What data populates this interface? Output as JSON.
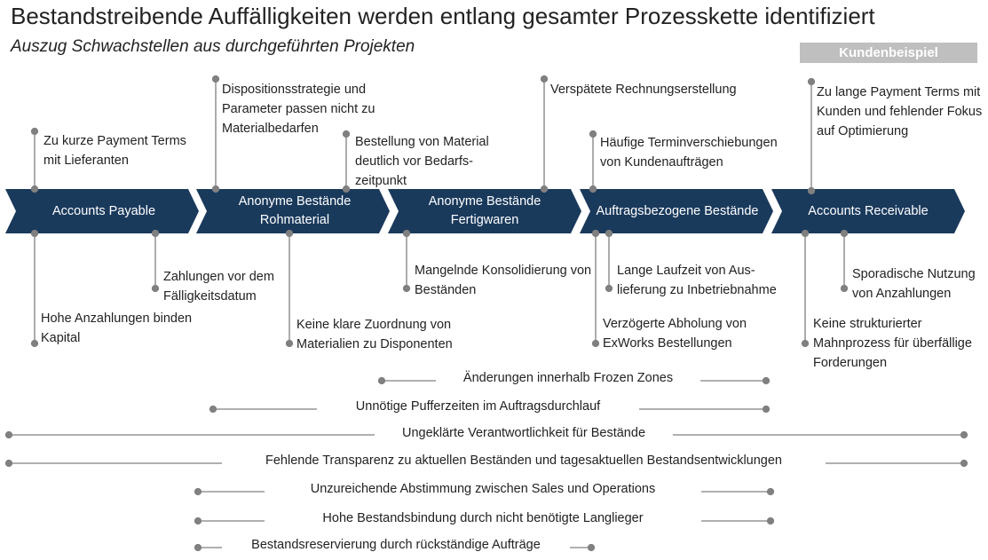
{
  "title": "Bestandstreibende Auffälligkeiten werden entlang gesamter Prozesskette identifiziert",
  "subtitle": "Auszug Schwachstellen aus durchgeführten Projekten",
  "badge": "Kundenbeispiel",
  "stages": [
    "Accounts Payable",
    "Anonyme Bestände Rohmaterial",
    "Anonyme Bestände Fertigwaren",
    "Auftragsbezogene Bestände",
    "Accounts Receivable"
  ],
  "annotations_top": [
    "Zu kurze Payment Terms mit Lieferanten",
    "Dispositionsstrategie und Parameter passen nicht zu Materialbedarfen",
    "Bestellung von Material deutlich vor Bedarfs-zeitpunkt",
    "Verspätete Rechnungserstellung",
    "Häufige Terminverschiebungen von Kundenaufträgen",
    "Zu lange Payment Terms mit Kunden und fehlender Fokus auf Optimierung"
  ],
  "annotations_bottom": [
    "Hohe Anzahlungen binden Kapital",
    "Zahlungen vor dem Fälligkeitsdatum",
    "Keine klare Zuordnung von Materialien zu Disponenten",
    "Mangelnde Konsolidierung von Beständen",
    "Verzögerte Abholung von ExWorks Bestellungen",
    "Lange Laufzeit von Aus-lieferung zu Inbetriebnahme",
    "Keine strukturierter Mahnprozess für überfällige Forderungen",
    "Sporadische Nutzung von Anzahlungen"
  ],
  "cross_issues": [
    "Änderungen innerhalb Frozen Zones",
    "Unnötige Pufferzeiten im Auftragsdurchlauf",
    "Ungeklärte Verantwortlichkeit für Bestände",
    "Fehlende Transparenz zu aktuellen Beständen und tagesaktuellen Bestandsentwicklungen",
    "Unzureichende Abstimmung zwischen Sales und Operations",
    "Hohe Bestandsbindung durch nicht benötigte Langlieger",
    "Bestandsreservierung durch rückständige Aufträge"
  ],
  "colors": {
    "chevron": "#1a3a5c",
    "connector": "#808080",
    "badge": "#bfbfbf"
  }
}
